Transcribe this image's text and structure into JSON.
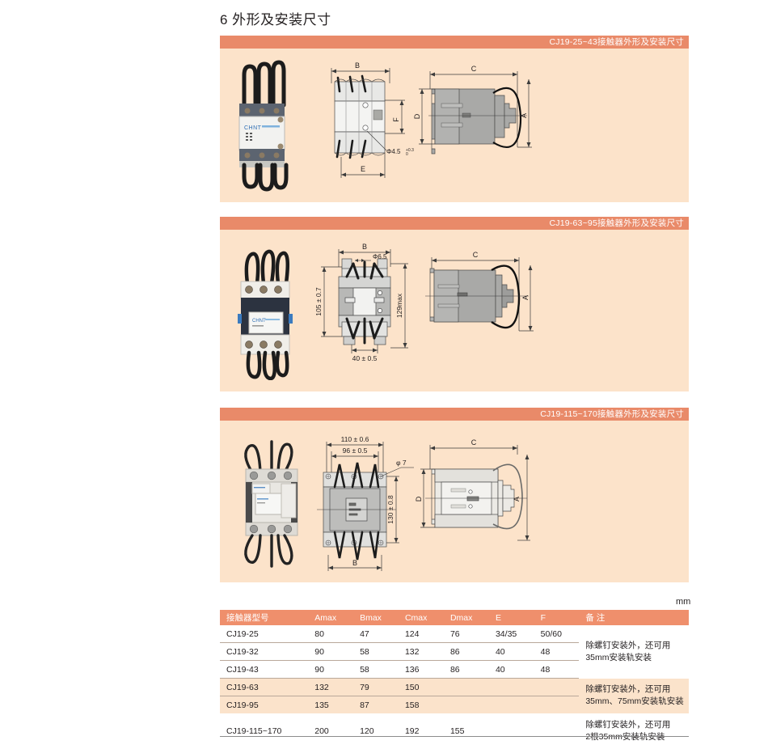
{
  "document": {
    "title": "6 外形及安装尺寸",
    "unit_label": "mm"
  },
  "sections": [
    {
      "header": "CJ19-25~43接触器外形及安装尺寸",
      "photo_name": "contactor-photo-cj19-25-43",
      "dimension_labels": [
        "B",
        "F",
        "E",
        "Φ4.5",
        "C",
        "D",
        "A"
      ],
      "front_view_labels": {
        "width": "B",
        "height": "F",
        "base": "E",
        "hole": "Φ4.5"
      },
      "side_view_labels": {
        "width": "C",
        "height": "D",
        "depth": "A"
      }
    },
    {
      "header": "CJ19-63~95接触器外形及安装尺寸",
      "photo_name": "contactor-photo-cj19-63-95",
      "dimension_labels": [
        "B",
        "Φ6.5",
        "105 ± 0.7",
        "129max",
        "40 ± 0.5",
        "C",
        "A"
      ],
      "front_view_labels": {
        "width": "B",
        "hole": "Φ6.5",
        "left_height": "105 ± 0.7",
        "right_height": "129max",
        "base": "40 ± 0.5"
      },
      "side_view_labels": {
        "width": "C",
        "depth": "A"
      }
    },
    {
      "header": "CJ19-115~170接触器外形及安装尺寸",
      "photo_name": "contactor-photo-cj19-115-170",
      "dimension_labels": [
        "110 ± 0.6",
        "96 ± 0.5",
        "φ 7",
        "130 ± 0.8",
        "B",
        "C",
        "D",
        "A"
      ],
      "front_view_labels": {
        "outer_width": "110 ± 0.6",
        "inner_width": "96 ± 0.5",
        "hole": "φ 7",
        "height": "130 ± 0.8",
        "base": "B"
      },
      "side_view_labels": {
        "width": "C",
        "height": "D",
        "depth": "A"
      }
    }
  ],
  "table": {
    "columns": [
      "接触器型号",
      "Amax",
      "Bmax",
      "Cmax",
      "Dmax",
      "E",
      "F",
      "备 注"
    ],
    "rows": [
      {
        "model": "CJ19-25",
        "amax": "80",
        "bmax": "47",
        "cmax": "124",
        "dmax": "76",
        "e": "34/35",
        "f": "50/60",
        "band": false
      },
      {
        "model": "CJ19-32",
        "amax": "90",
        "bmax": "58",
        "cmax": "132",
        "dmax": "86",
        "e": "40",
        "f": "48",
        "band": false
      },
      {
        "model": "CJ19-43",
        "amax": "90",
        "bmax": "58",
        "cmax": "136",
        "dmax": "86",
        "e": "40",
        "f": "48",
        "band": false
      },
      {
        "model": "CJ19-63",
        "amax": "132",
        "bmax": "79",
        "cmax": "150",
        "dmax": "",
        "e": "",
        "f": "",
        "band": true
      },
      {
        "model": "CJ19-95",
        "amax": "135",
        "bmax": "87",
        "cmax": "158",
        "dmax": "",
        "e": "",
        "f": "",
        "band": true
      },
      {
        "model": "CJ19-115~170",
        "amax": "200",
        "bmax": "120",
        "cmax": "192",
        "dmax": "155",
        "e": "",
        "f": "",
        "band": false
      }
    ],
    "notes": [
      {
        "line1": "除螺钉安装外，还可用",
        "line2": "35mm安装轨安装"
      },
      {
        "line1": "除螺钉安装外，还可用",
        "line2": "35mm、75mm安装轨安装"
      },
      {
        "line1": "除螺钉安装外，还可用",
        "line2": "2根35mm安装轨安装"
      }
    ]
  },
  "colors": {
    "header_band": "#e98a69",
    "panel_bg": "#fce3ca",
    "table_header": "#ef8f6c",
    "table_band": "#fbe3cb",
    "text": "#231f20"
  }
}
